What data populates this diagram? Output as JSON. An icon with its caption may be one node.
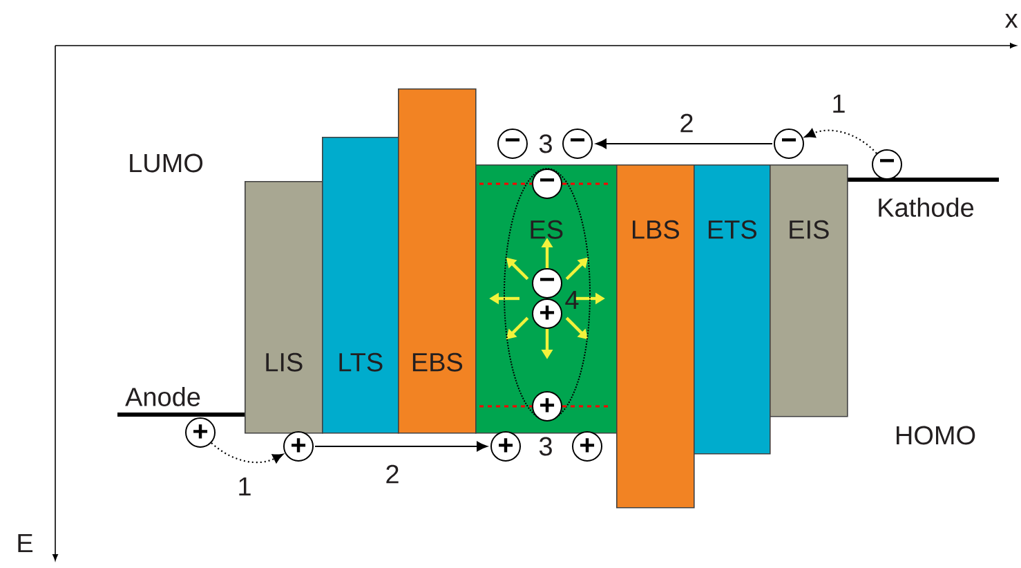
{
  "diagram": {
    "nodes": [
      {
        "text": [
          "LIS"
        ]
      },
      {
        "text": [
          "LTS"
        ]
      },
      {
        "text": [
          "EBS"
        ]
      },
      {
        "text": [
          "ES"
        ]
      },
      {
        "text": [
          "LBS"
        ]
      },
      {
        "text": [
          "ETS"
        ]
      },
      {
        "text": [
          "EIS"
        ]
      },
      {
        "text": [
          "−"
        ]
      },
      {
        "text": [
          "−"
        ]
      },
      {
        "text": [
          "−"
        ]
      },
      {
        "text": [
          "−"
        ]
      },
      {
        "text": [
          "−"
        ],
        "in": 3
      },
      {
        "text": [
          "−"
        ],
        "in": 3
      },
      {
        "text": [
          "+"
        ],
        "in": 3
      },
      {
        "text": [
          "+"
        ],
        "in": 3
      },
      {
        "text": [
          "+"
        ]
      },
      {
        "text": [
          "+"
        ]
      },
      {
        "text": [
          "+"
        ]
      },
      {
        "text": [
          "+"
        ]
      }
    ],
    "edges": [
      {
        "from": 15,
        "to": 16,
        "arrow": "to",
        "style": "dashed"
      },
      {
        "from": 16,
        "to": 17,
        "arrow": "to",
        "label": "2"
      },
      {
        "from": 7,
        "to": 8,
        "arrow": "to",
        "style": "dashed"
      },
      {
        "from": 8,
        "to": 10,
        "arrow": "to",
        "label": "2"
      }
    ],
    "labels": [
      "x",
      "1",
      "3",
      "LUMO",
      "Kathode",
      "4",
      "Anode",
      "HOMO",
      "3",
      "1",
      "E"
    ]
  }
}
